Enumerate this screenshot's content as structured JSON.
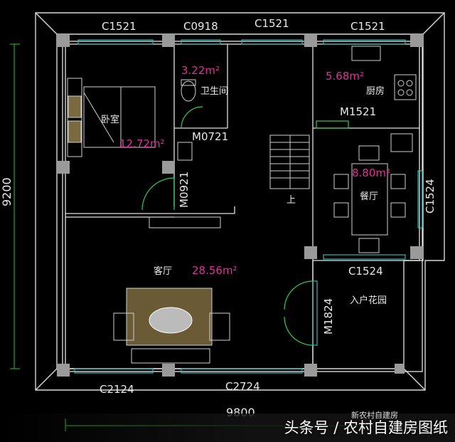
{
  "plan": {
    "windows": {
      "top_1": "C1521",
      "top_2": "C0918",
      "top_3": "C1521",
      "top_4": "C1521",
      "right_dining": "C1524",
      "garden_top": "C1524",
      "bottom_left": "C2124",
      "bottom_right": "C2724"
    },
    "doors": {
      "kitchen": "M1521",
      "bath": "M0721",
      "bedroom": "M0921",
      "garden": "M1824"
    },
    "rooms": {
      "bathroom": {
        "name": "卫生间",
        "area": "3.22m²"
      },
      "kitchen": {
        "name": "厨房",
        "area": "5.68m²"
      },
      "bedroom": {
        "name": "卧室",
        "area": "12.72m²"
      },
      "dining": {
        "name": "餐厅",
        "area": "8.80m²"
      },
      "living": {
        "name": "客厅",
        "area": "28.56m²"
      },
      "garden": {
        "name": "入户花园"
      }
    },
    "stair_label": "上",
    "dimensions": {
      "width": "9800",
      "height": "9200"
    }
  },
  "watermark": {
    "text": "头条号 / 农村自建房图纸",
    "small": "新农村自建房"
  },
  "colors": {
    "background": "#000000",
    "wall": "#e6e6e6",
    "window": "#2fb8b8",
    "dimension": "#22cc22",
    "area_text": "#e0309a"
  }
}
